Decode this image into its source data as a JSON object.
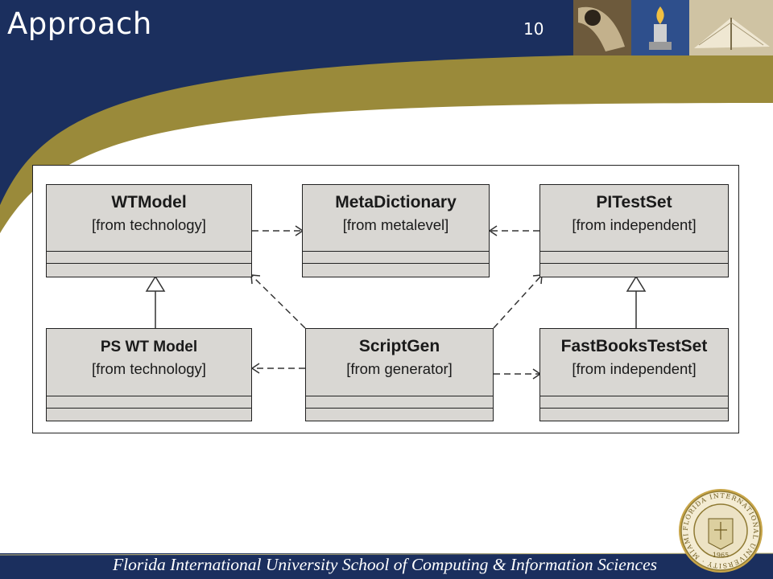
{
  "slide": {
    "title": "Approach",
    "number": "10"
  },
  "footer": {
    "text": "Florida International University School of Computing & Information Sciences"
  },
  "seal": {
    "ring_text": "FLORIDA INTERNATIONAL UNIVERSITY · MIAMI ·",
    "year": "1965"
  },
  "colors": {
    "navy": "#1b2f5e",
    "gold": "#9a8a3a",
    "box_fill": "#d9d7d3"
  },
  "diagram": {
    "classes": [
      {
        "id": "wtmodel",
        "name": "WTModel",
        "stereotype": "[from technology]"
      },
      {
        "id": "metadictionary",
        "name": "MetaDictionary",
        "stereotype": "[from metalevel]"
      },
      {
        "id": "pitestset",
        "name": "PITestSet",
        "stereotype": "[from independent]"
      },
      {
        "id": "pswtmodel",
        "name": "PS WT Model",
        "stereotype": "[from technology]"
      },
      {
        "id": "scriptgen",
        "name": "ScriptGen",
        "stereotype": "[from generator]"
      },
      {
        "id": "fastbookstestset",
        "name": "FastBooksTestSet",
        "stereotype": "[from independent]"
      }
    ],
    "relations": [
      {
        "from": "WTModel",
        "to": "MetaDictionary",
        "type": "dependency"
      },
      {
        "from": "PITestSet",
        "to": "MetaDictionary",
        "type": "dependency"
      },
      {
        "from": "PS WT Model",
        "to": "WTModel",
        "type": "generalization"
      },
      {
        "from": "FastBooksTestSet",
        "to": "PITestSet",
        "type": "generalization"
      },
      {
        "from": "ScriptGen",
        "to": "WTModel",
        "type": "dependency"
      },
      {
        "from": "ScriptGen",
        "to": "PITestSet",
        "type": "dependency"
      },
      {
        "from": "ScriptGen",
        "to": "PS WT Model",
        "type": "dependency"
      },
      {
        "from": "ScriptGen",
        "to": "FastBooksTestSet",
        "type": "dependency"
      }
    ]
  }
}
